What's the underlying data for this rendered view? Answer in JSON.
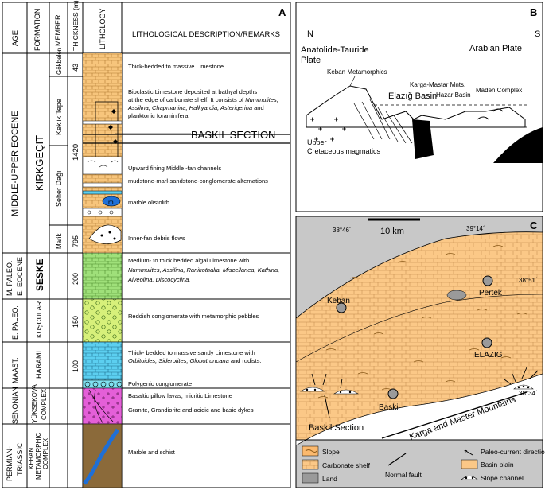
{
  "panelA": {
    "letter": "A",
    "headers": {
      "age": "AGE",
      "formation": "FORMATION",
      "member": "MEMBER",
      "thickness": "THICKNESS (m)",
      "lithology": "LITHOLOGY",
      "description": "LITHOLOGICAL DESCRIPTION/REMARKS"
    },
    "ages": {
      "mid_upper_eocene": "MIDDLE-UPPER EOCENE",
      "m_paleo_l1": "M. PALEO.",
      "m_paleo_l2": "E. EOCENE",
      "e_paleo": "E. PALEO.",
      "maast": "MAAST.",
      "senonian": "SENONIAN",
      "perm_l1": "PERMIAN-",
      "perm_l2": "TRIASSIC"
    },
    "formations": {
      "kirkgecit": "KIRKGEÇIT",
      "seske": "SESKE",
      "kuscular": "KUŞCULAR",
      "harami": "HARAMI",
      "yuksekova_l1": "YÜKSEKOVA",
      "yuksekova_l2": "COMPLEX",
      "keban_l1": "KEBAN",
      "keban_l2": "METAMORPHIC",
      "keban_l3": "COMPLEX"
    },
    "members": {
      "gokbelen": "Gökbelen",
      "keklik": "Keklik Tepe",
      "seher": "Seher Dağı",
      "marik": "Marik"
    },
    "thickness": {
      "t43": "43",
      "t1420": "1420",
      "t795": "795",
      "t200": "200",
      "t150": "150",
      "t100": "100"
    },
    "baskil_section": "BASKIL SECTION",
    "olistolith_label": "m",
    "descriptions": {
      "d1": "Thick-bedded to massive Limestone",
      "d2_1": "Bioclastic Limestone deposited at bathyal depths",
      "d2_2": "at the edge of carbonate shelf. It consists of ",
      "d2_2i": "Nummulites,",
      "d2_3": "Assilina, Chapmanina, Halkyardia, Asterigerina",
      "d2_3b": " and",
      "d2_4": "planktonic foraminifera",
      "d3_1": "Upward fining Middle -fan channels",
      "d3_2": "mudstone-marl-sandstone-conglomerate alternations",
      "d3_3": "marble olistolith",
      "d4": "Inner-fan debris flows",
      "d5_1": "Medium- to thick bedded algal Limestone with",
      "d5_2": "Nummulites, Assilina, Ranikothalia, Miscellanea, Kathina,",
      "d5_3": "Alveolina, Discocyclina.",
      "d6": "Reddish conglomerate with metamorphic pebbles",
      "d7_1": "Thick- bedded to massive sandy  Limestone with",
      "d7_2": "Orbitoides, Siderolites, Globotruncana",
      "d7_2b": " and rudists.",
      "d8": "Polygenic conglomerate",
      "d9_1": "Basaltic pillow lavas, micritic Limestone",
      "d9_2": "Granite, Grandiorite and acidic and basic dykes",
      "d10": "Marble and schist"
    },
    "colors": {
      "limestone": "#f7c57c",
      "algal": "#9fe07a",
      "conglomerate": "#d7f07a",
      "sandy": "#5ccff0",
      "volcanic": "#e45fd8",
      "marble": "#8b6a3a",
      "olistolith": "#1f6fd6"
    }
  },
  "panelB": {
    "letter": "B",
    "north": "N",
    "south": "S",
    "plate_l_1": "Anatolide-Tauride",
    "plate_l_2": "Plate",
    "plate_r": "Arabian Plate",
    "keban": "Keban Metamorphics",
    "karga": "Karga-Mastar Mnts.",
    "elazig_basin": "Elazığ Basin",
    "hazar": "Hazar Basin",
    "maden": "Maden Complex",
    "upper": "Upper",
    "cret": "Cretaceous magmatics"
  },
  "panelC": {
    "letter": "C",
    "lon1": "38°46´",
    "lon2": "39°14´",
    "lat1": "38°51´",
    "lat2": "38°34´",
    "scale": "10 km",
    "pertek": "Pertek",
    "keban": "Keban",
    "elazig": "ELAZIG",
    "baskil": "Baskil",
    "baskil_section": "Baskil Section",
    "mountains": "Karga and Master Mountains",
    "legend": {
      "slope": "Slope",
      "shelf": "Carbonate shelf",
      "land": "Land",
      "fault": "Normal fault",
      "paleo": "Paleo-current direction",
      "basin": "Basin plain",
      "channel": "Slope channel"
    },
    "colors": {
      "land": "#c8c8c8",
      "basin": "#fbc887",
      "slope": "#fbb96e"
    }
  }
}
